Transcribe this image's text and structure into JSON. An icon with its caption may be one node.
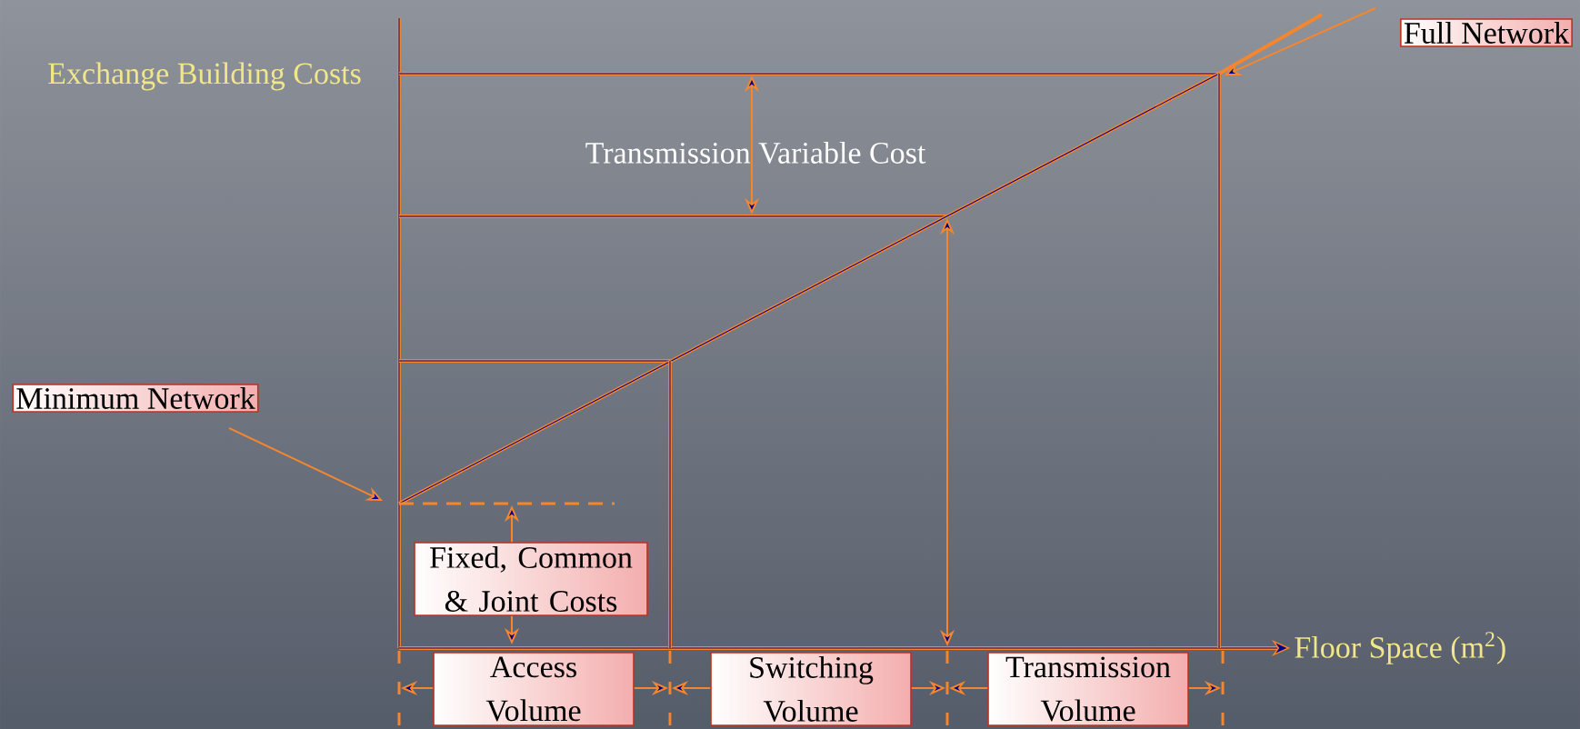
{
  "diagram": {
    "nodes": [
      {
        "text": [
          "Full Network"
        ]
      },
      {
        "text": [
          "Minimum Network"
        ]
      },
      {
        "text": [
          "Fixed, Common & Joint Costs"
        ]
      },
      {
        "text": [
          "Access Volume"
        ]
      },
      {
        "text": [
          "Switching Volume"
        ]
      },
      {
        "text": [
          "Transmission Volume"
        ]
      }
    ],
    "edges": [
      {
        "from": 0,
        "to": null,
        "arrow": "to"
      },
      {
        "from": 1,
        "to": null,
        "arrow": "to"
      }
    ],
    "labels": [
      "Exchange Building Costs",
      "Transmission Variable Cost",
      "Floor Space (m$^{2}$)"
    ]
  }
}
